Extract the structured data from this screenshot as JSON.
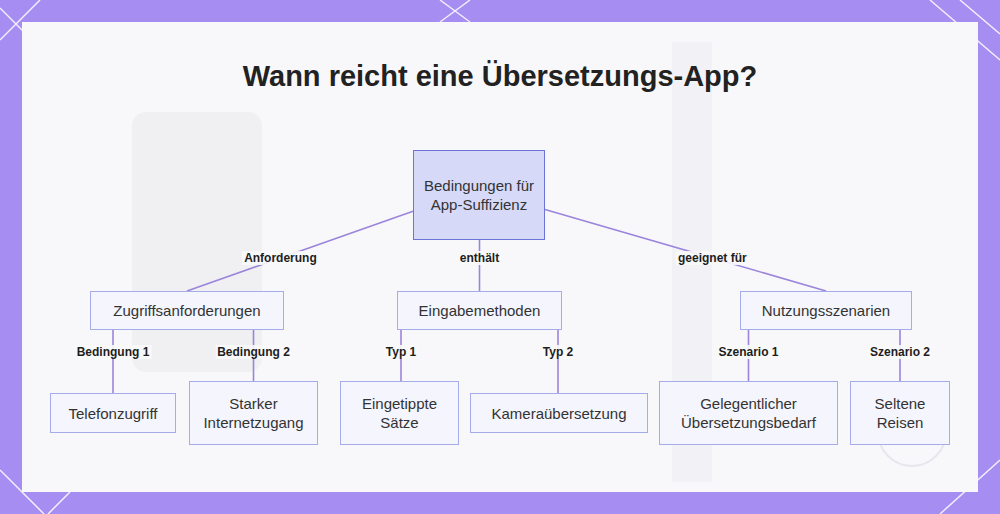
{
  "diagram": {
    "title": "Wann reicht eine Übersetzungs-App?",
    "nodes": [
      {
        "text": [
          "Bedingungen für App-Suffizienz"
        ]
      },
      {
        "text": [
          "Zugriffsanforderungen"
        ]
      },
      {
        "text": [
          "Eingabemethoden"
        ]
      },
      {
        "text": [
          "Nutzungsszenarien"
        ]
      },
      {
        "text": [
          "Telefonzugriff"
        ]
      },
      {
        "text": [
          "Starker Internetzugang"
        ]
      },
      {
        "text": [
          "Eingetippte Sätze"
        ]
      },
      {
        "text": [
          "Kameraübersetzung"
        ]
      },
      {
        "text": [
          "Gelegentlicher Übersetzungsbedarf"
        ]
      },
      {
        "text": [
          "Seltene Reisen"
        ]
      }
    ],
    "edges": [
      {
        "from": 0,
        "to": 1,
        "label": "Anforderung",
        "arrow": "none"
      },
      {
        "from": 0,
        "to": 2,
        "label": "enthält",
        "arrow": "none"
      },
      {
        "from": 0,
        "to": 3,
        "label": "geeignet für",
        "arrow": "none"
      },
      {
        "from": 1,
        "to": 4,
        "label": "Bedingung 1",
        "arrow": "none"
      },
      {
        "from": 1,
        "to": 5,
        "label": "Bedingung 2",
        "arrow": "none"
      },
      {
        "from": 2,
        "to": 6,
        "label": "Typ 1",
        "arrow": "none"
      },
      {
        "from": 2,
        "to": 7,
        "label": "Typ 2",
        "arrow": "none"
      },
      {
        "from": 3,
        "to": 8,
        "label": "Szenario 1",
        "arrow": "none"
      },
      {
        "from": 3,
        "to": 9,
        "label": "Szenario 2",
        "arrow": "none"
      }
    ]
  }
}
